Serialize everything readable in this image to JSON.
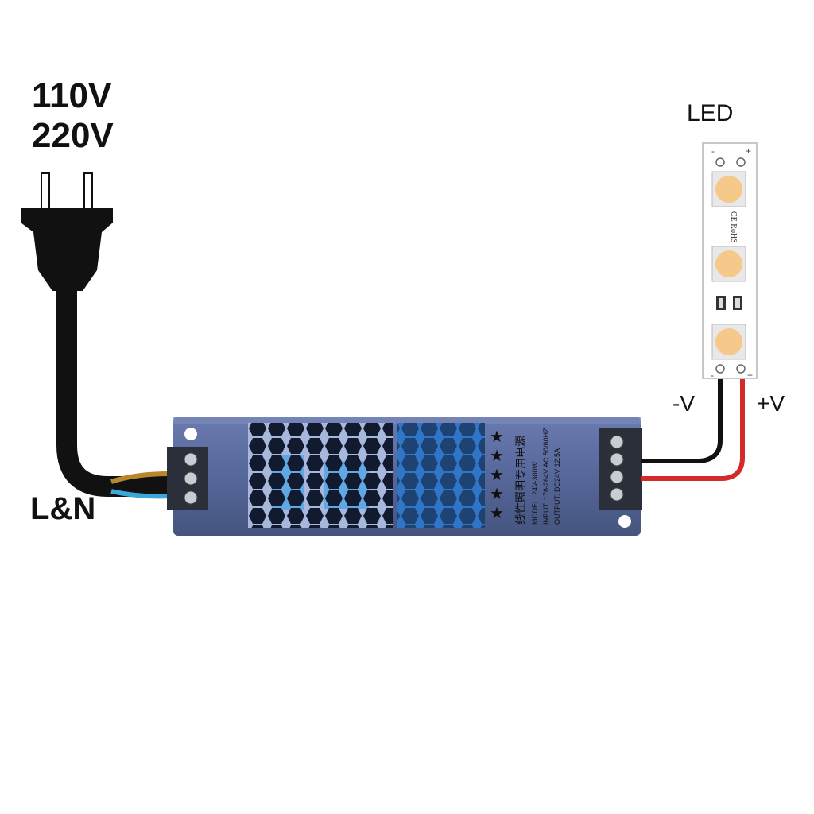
{
  "input": {
    "voltage_lines": [
      "110V",
      "220V"
    ],
    "wire_label": "L&N"
  },
  "output": {
    "led_label": "LED",
    "negative_label": "-V",
    "positive_label": "+V"
  },
  "power_supply": {
    "title_cn": "线性照明专用电源",
    "model": "MODEL: 24V-300W",
    "input_spec": "INPUT: 176-264V  AC  50/60HZ",
    "output_spec": "OUTPUT: DC24V  12.5A",
    "star_count": 5
  },
  "led_strip": {
    "marking": "CE RoHS",
    "minus_mark": "-",
    "plus_mark": "+"
  },
  "colors": {
    "plug": "#111111",
    "psu_body": "#5a6a9c",
    "psu_vent_glow": "#4fa3e6",
    "wire_brown": "#b8862b",
    "wire_blue": "#3aa7d8",
    "wire_red": "#d42a2a",
    "wire_black": "#111111",
    "led_chip": "#f5c98a"
  }
}
